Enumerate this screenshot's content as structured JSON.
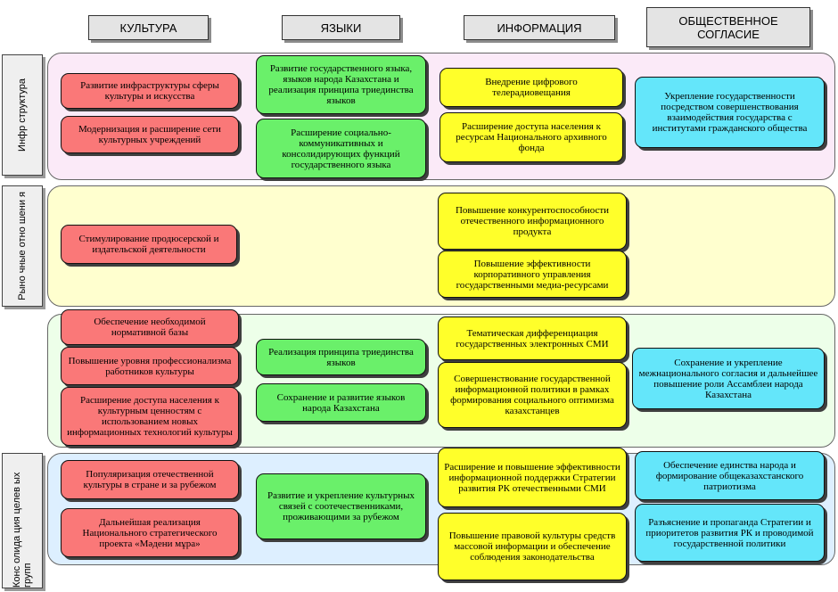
{
  "headers": {
    "culture": "КУЛЬТУРА",
    "languages": "ЯЗЫКИ",
    "information": "ИНФОРМАЦИЯ",
    "consensus": "ОБЩЕСТВЕННОЕ СОГЛАСИЕ"
  },
  "side_labels": {
    "infrastructure": "Инфр структура",
    "market": "Рыно чные отно шени я",
    "target": "Конс олида ция целев ых групп"
  },
  "culture": {
    "infra_1": "Развитие инфраструктуры сферы культуры и искусства",
    "infra_2": "Модернизация и расширение сети культурных учреждений",
    "market_1": "Стимулирование продюсерской и издательской деятельности",
    "third_1": "Обеспечение необходимой нормативной базы",
    "third_2": "Повышение уровня профессионализма работников культуры",
    "third_3": "Расширение доступа населения к культурным ценностям с использованием новых информационных технологий культуры",
    "target_1": "Популяризация отечественной культуры в стране и за рубежом",
    "target_2": "Дальнейшая реализация Национального стратегического проекта «Мәдени мұра»"
  },
  "languages": {
    "infra_1": "Развитие государственного языка, языков народа Казахстана и реализация принципа триединства языков",
    "infra_2": "Расширение социально-коммуникативных и консолидирующих функций государственного языка",
    "third_1": "Реализация принципа триединства языков",
    "third_2": "Сохранение и развитие языков народа Казахстана",
    "target_1": "Развитие и укрепление культурных связей с соотечественниками, проживающими за рубежом"
  },
  "information": {
    "infra_1": "Внедрение цифрового телерадиовещания",
    "infra_2": "Расширение доступа населения к ресурсам Национального архивного фонда",
    "market_1": "Повышение конкурентоспособности отечественного информационного продукта",
    "market_2": "Повышение эффективности корпоративного управления государственными медиа-ресурсами",
    "third_1": "Тематическая дифференциация государственных электронных СМИ",
    "third_2": "Совершенствование государственной информационной политики в рамках формирования социального оптимизма казахстанцев",
    "target_1": "Расширение и повышение эффективности информационной поддержки Стратегии развития РК отечественными СМИ",
    "target_2": "Повышение правовой культуры средств массовой информации и обеспечение соблюдения законодательства"
  },
  "consensus": {
    "infra_1": "Укрепление государственности посредством совершенствования взаимодействия государства с институтами гражданского общества",
    "third_1": "Сохранение и укрепление межнационального согласия и дальнейшее повышение роли Ассамблеи народа Казахстана",
    "target_1": "Обеспечение единства народа и формирование общеказахстанского патриотизма",
    "target_2": "Разъяснение и пропаганда Стратегии и приоритетов развития РК и проводимой государственной политики"
  },
  "colors": {
    "culture": "#fa7878",
    "languages": "#6af06a",
    "information": "#ffff2a",
    "consensus": "#64e6fa",
    "band_infrastructure": "#fbeaf8",
    "band_market": "#ffffcf",
    "band_third": "#edffe9",
    "band_target": "#ddefff"
  }
}
